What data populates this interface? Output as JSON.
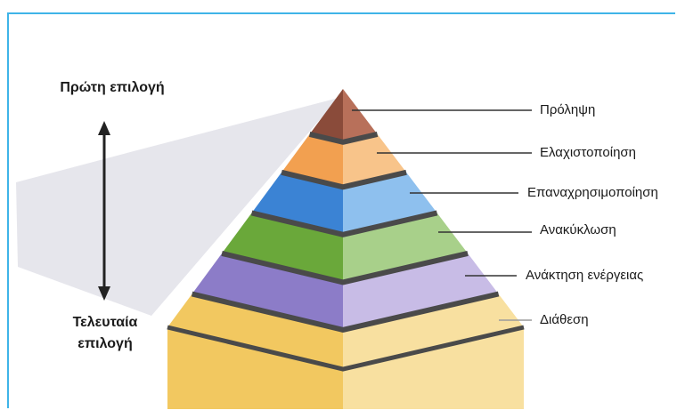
{
  "top_label": "Πρώτη  επιλογή",
  "bottom_label_line1": "Τελευταία",
  "bottom_label_line2": "επιλογή",
  "levels": [
    {
      "label": "Πρόληψη",
      "color_left": "#8a4b3a",
      "color_right": "#b8705a"
    },
    {
      "label": "Ελαχιστοποίηση",
      "color_left": "#f2a050",
      "color_right": "#f8c48a"
    },
    {
      "label": "Επαναχρησιμοποίηση",
      "color_left": "#3b83d4",
      "color_right": "#8ec0ee"
    },
    {
      "label": "Ανακύκλωση",
      "color_left": "#6aa83a",
      "color_right": "#a8d08a"
    },
    {
      "label": "Ανάκτηση ενέργειας",
      "color_left": "#8c7cc8",
      "color_right": "#c8bce6"
    },
    {
      "label": "Διάθεση",
      "color_left": "#f2c860",
      "color_right": "#f8e0a0"
    }
  ],
  "colors": {
    "frame": "#3fb4e8",
    "separator": "#4a4a4a",
    "shadow": "#e4e4ea"
  }
}
